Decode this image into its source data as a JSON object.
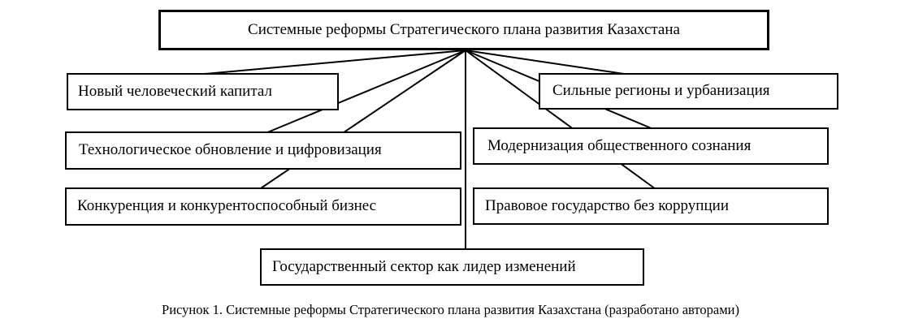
{
  "figure": {
    "root_label": "Системные реформы Стратегического плана развития Казахстана",
    "branches": [
      {
        "id": "new-human-capital",
        "label": "Новый человеческий капитал"
      },
      {
        "id": "technological-renewal",
        "label": "Технологическое обновление и цифровизация"
      },
      {
        "id": "competition-business",
        "label": "Конкуренция и конкурентоспособный бизнес"
      },
      {
        "id": "strong-regions",
        "label": "Сильные регионы и урбанизация"
      },
      {
        "id": "modernization-consciousness",
        "label": "Модернизация общественного сознания"
      },
      {
        "id": "rule-of-law",
        "label": "Правовое государство без коррупции"
      },
      {
        "id": "public-sector",
        "label": "Государственный сектор как лидер изменений"
      }
    ],
    "caption": "Рисунок 1. Системные реформы Стратегического плана развития Казахстана (разработано авторами)",
    "line_color": "#000000"
  }
}
